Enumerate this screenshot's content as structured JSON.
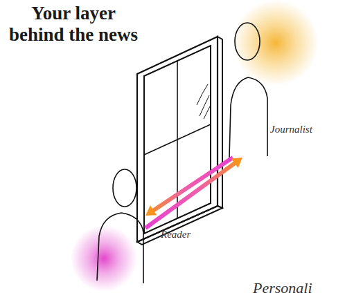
{
  "diagram": {
    "title": "Your layer behind the news",
    "nodes": [
      {
        "text": [
          "Journalist"
        ]
      },
      {
        "text": [
          "Reader"
        ]
      }
    ],
    "edges": [
      {
        "from": 0,
        "to": 1,
        "arrow": "to"
      },
      {
        "from": 1,
        "to": 0,
        "arrow": "to"
      }
    ],
    "labels": [
      "Personali"
    ]
  }
}
